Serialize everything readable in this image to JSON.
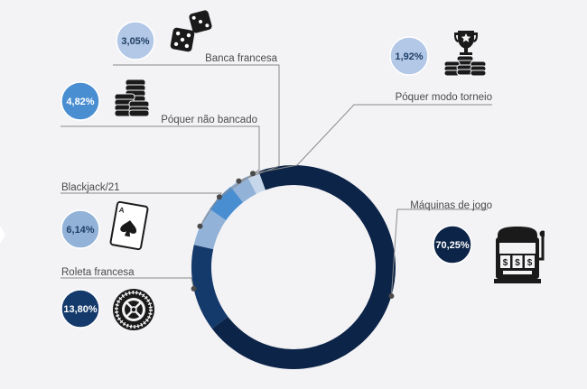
{
  "chart_data": {
    "type": "pie",
    "variant": "donut",
    "title": "",
    "categories": [
      "Máquinas de jogo",
      "Roleta francesa",
      "Blackjack/21",
      "Póquer não bancado",
      "Banca francesa",
      "Póquer modo torneio"
    ],
    "values": [
      70.25,
      13.8,
      6.14,
      4.82,
      3.05,
      1.92
    ],
    "value_labels": [
      "70,25%",
      "13,80%",
      "6,14%",
      "4,82%",
      "3,05%",
      "1,92%"
    ],
    "colors": [
      "#0c2447",
      "#14396b",
      "#93b2d8",
      "#4a8ed2",
      "#93b2d8",
      "#c6d7ec"
    ],
    "icons": [
      "slot-machine-icon",
      "roulette-wheel-icon",
      "playing-card-icon",
      "chip-stack-icon",
      "dice-icon",
      "trophy-chips-icon"
    ],
    "legend": "none"
  }
}
